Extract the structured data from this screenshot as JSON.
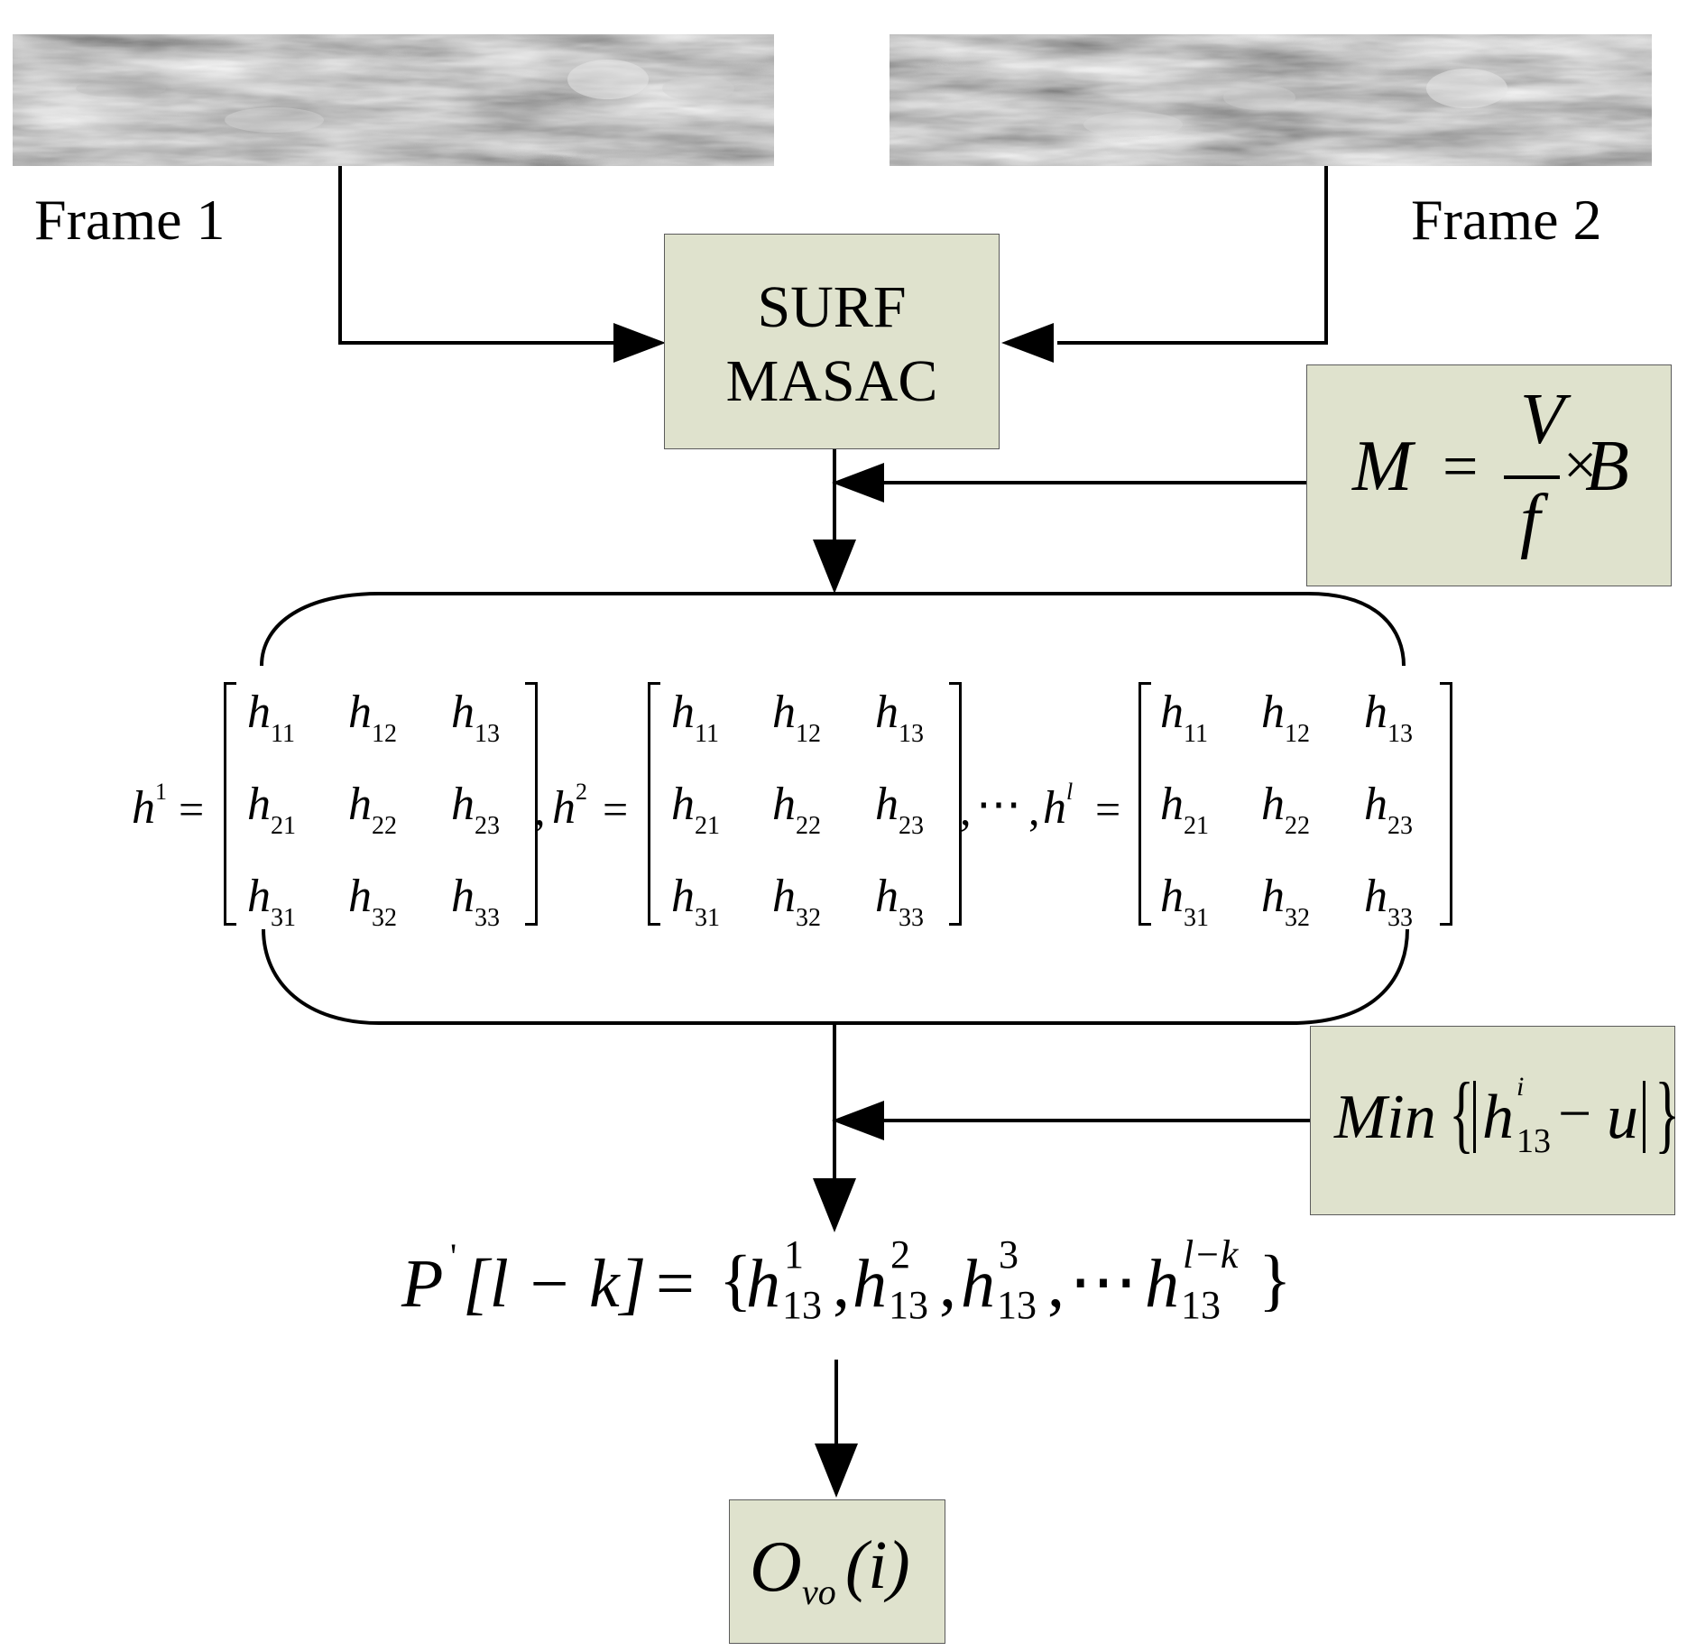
{
  "frames": [
    {
      "label": "Frame 1"
    },
    {
      "label": "Frame 2"
    }
  ],
  "surf_box": {
    "line1": "SURF",
    "line2": "MASAC"
  },
  "scale_formula": {
    "lhs": "M",
    "eq": "=",
    "num": "V",
    "den": "f",
    "times": "×",
    "rhs": "B"
  },
  "homographies": {
    "names": [
      "h",
      "h",
      "h"
    ],
    "superscripts": [
      "1",
      "2",
      "l"
    ],
    "entry_symbol": "h",
    "entry_indices": [
      [
        "11",
        "12",
        "13"
      ],
      [
        "21",
        "22",
        "23"
      ],
      [
        "31",
        "32",
        "33"
      ]
    ],
    "separator": ",",
    "ellipsis": "⋯",
    "equals": "="
  },
  "min_formula": {
    "fn": "Min",
    "var": "h",
    "sup": "i",
    "sub": "13",
    "minus": "−",
    "u": "u"
  },
  "sequence_formula": {
    "lhs": "P",
    "prime": "'",
    "arg": "[l − k]",
    "eq": "=",
    "terms": [
      {
        "sym": "h",
        "sup": "1",
        "sub": "13"
      },
      {
        "sym": "h",
        "sup": "2",
        "sub": "13"
      },
      {
        "sym": "h",
        "sup": "3",
        "sub": "13"
      },
      {
        "sym": "h",
        "sup": "l−k",
        "sub": "13"
      }
    ],
    "ellipsis": "⋯"
  },
  "output_box": {
    "sym": "O",
    "sub": "vo",
    "arg": "(i)"
  },
  "colors": {
    "box_fill": "#dfe2cd",
    "box_border": "#5b5b5b",
    "line": "#000000"
  }
}
